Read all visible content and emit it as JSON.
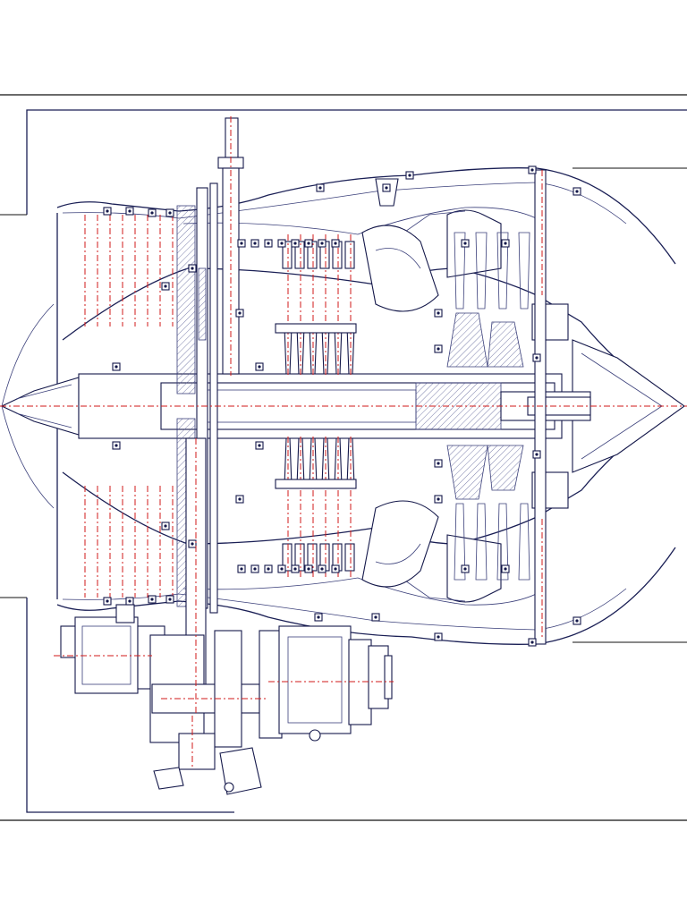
{
  "diagram": {
    "type": "engineering cross-section drawing",
    "colors": {
      "outline": "#1a1f55",
      "centerline": "#d11a1a",
      "background": "#ffffff"
    },
    "stages": {
      "fan_blades": 8,
      "hp_compressor_stages": 6,
      "turbine_stages": 4
    }
  }
}
